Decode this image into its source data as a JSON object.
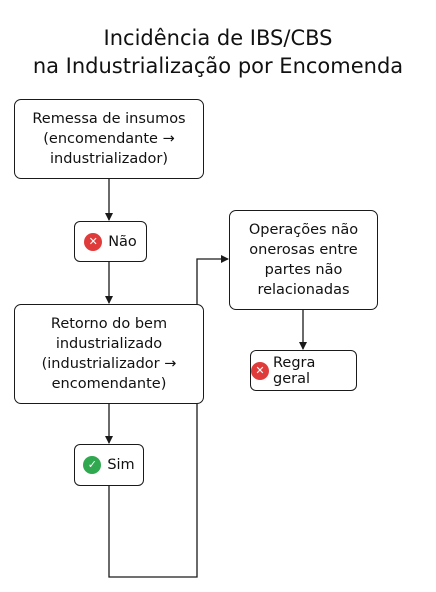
{
  "title": {
    "line1": "Incidência de IBS/CBS",
    "line2": "na Industrialização por Encomenda"
  },
  "nodes": {
    "remessa": {
      "line1": "Remessa de insumos",
      "line2": "(encomendante →",
      "line3": "industrializador)"
    },
    "operacoes": {
      "line1": "Operações não",
      "line2": "onerosas entre",
      "line3": "partes não",
      "line4": "relacionadas"
    },
    "retorno": {
      "line1": "Retorno do bem",
      "line2": "industrializado",
      "line3": "(industrializador →",
      "line4": "encomendante)"
    }
  },
  "badges": {
    "nao": {
      "label": "Não",
      "icon": "x-circle-icon",
      "color": "#e03b3b"
    },
    "sim": {
      "label": "Sim",
      "icon": "check-circle-icon",
      "color": "#2fa84f"
    },
    "regra": {
      "label": "Regra geral",
      "icon": "x-circle-icon",
      "color": "#e03b3b"
    }
  },
  "colors": {
    "line": "#1a1a1a",
    "text": "#111111",
    "background": "#ffffff"
  }
}
